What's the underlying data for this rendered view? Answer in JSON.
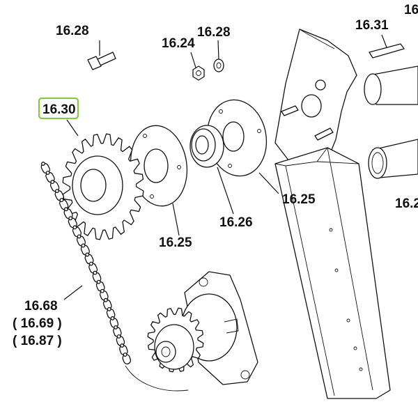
{
  "diagram": {
    "labels": {
      "l1628a": "16.28",
      "l1624": "16.24",
      "l1628b": "16.28",
      "l1631": "16.31",
      "l1630": "16.30",
      "l1625a": "16.25",
      "l1626": "16.26",
      "l1625b": "16.25",
      "l1668": "16.68",
      "l1669": "( 16.69 )",
      "l1687": "( 16.87 )",
      "lcut1": "16",
      "lcut2": "16.2"
    },
    "colors": {
      "highlight": "#8cc63f",
      "ink": "#111111"
    },
    "highlighted_label": "16.30"
  }
}
